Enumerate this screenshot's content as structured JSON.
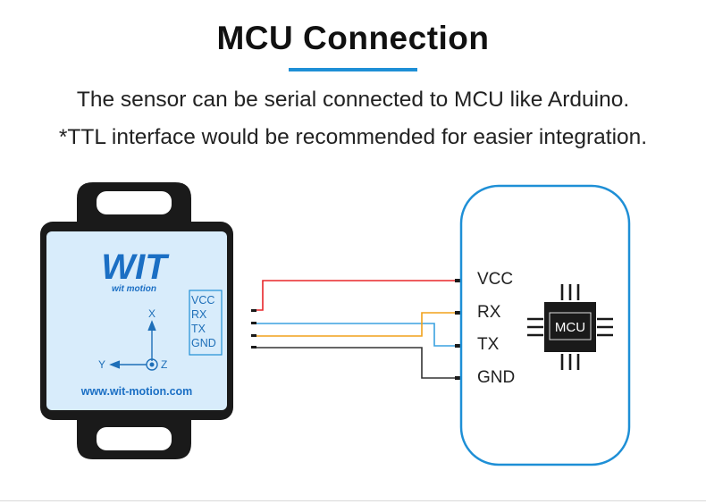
{
  "header": {
    "title": "MCU Connection",
    "line1": "The sensor can be serial connected to MCU like Arduino.",
    "line2": "*TTL interface would be recommended for easier integration."
  },
  "sensor": {
    "brand_logo": "WIT",
    "brand_text": "wit motion",
    "website": "www.wit-motion.com",
    "pins": [
      "VCC",
      "RX",
      "TX",
      "GND"
    ],
    "axis_x": "X",
    "axis_y": "Y",
    "axis_z": "Z"
  },
  "mcu": {
    "chip_label": "MCU",
    "pins": [
      "VCC",
      "RX",
      "TX",
      "GND"
    ]
  },
  "colors": {
    "accent": "#1e8fd6",
    "vcc_wire": "#e8262a",
    "rx_wire": "#f2a21b",
    "tx_wire": "#3aa2e0",
    "gnd_wire": "#333333"
  }
}
